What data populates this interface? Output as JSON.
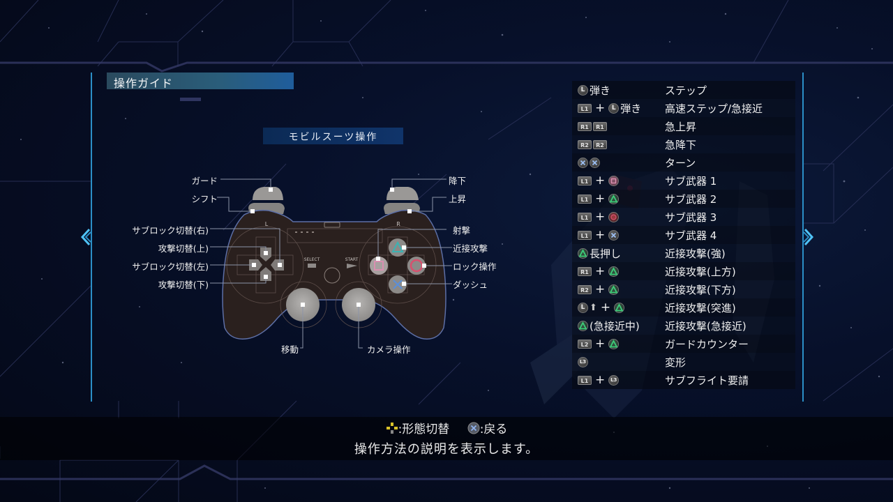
{
  "header": {
    "title": "操作ガイド"
  },
  "section": {
    "title": "モビルスーツ操作"
  },
  "controller_labels": {
    "left": {
      "guard": "ガード",
      "shift": "シフト",
      "sublock_right": "サブロック切替(右)",
      "attack_up": "攻撃切替(上)",
      "sublock_left": "サブロック切替(左)",
      "attack_down": "攻撃切替(下)"
    },
    "right": {
      "descend": "降下",
      "ascend": "上昇",
      "shoot": "射撃",
      "melee": "近接攻撃",
      "lock": "ロック操作",
      "dash": "ダッシュ"
    },
    "bottom": {
      "move": "移動",
      "camera": "カメラ操作"
    },
    "pad_text": {
      "l": "L",
      "r": "R",
      "select": "SELECT",
      "start": "START"
    }
  },
  "controls": [
    {
      "keys": [
        {
          "t": "stick",
          "g": "L"
        },
        {
          "t": "text",
          "g": "弾き"
        }
      ],
      "action": "ステップ"
    },
    {
      "keys": [
        {
          "t": "rect",
          "g": "L1"
        },
        {
          "t": "plus"
        },
        {
          "t": "stick",
          "g": "L"
        },
        {
          "t": "text",
          "g": "弾き"
        }
      ],
      "action": "高速ステップ/急接近"
    },
    {
      "keys": [
        {
          "t": "rect",
          "g": "R1"
        },
        {
          "t": "rect",
          "g": "R1"
        }
      ],
      "action": "急上昇"
    },
    {
      "keys": [
        {
          "t": "rect",
          "g": "R2"
        },
        {
          "t": "rect",
          "g": "R2"
        }
      ],
      "action": "急降下"
    },
    {
      "keys": [
        {
          "t": "cross"
        },
        {
          "t": "cross"
        }
      ],
      "action": "ターン"
    },
    {
      "keys": [
        {
          "t": "rect",
          "g": "L1"
        },
        {
          "t": "plus"
        },
        {
          "t": "square"
        }
      ],
      "action": "サブ武器 1"
    },
    {
      "keys": [
        {
          "t": "rect",
          "g": "L1"
        },
        {
          "t": "plus"
        },
        {
          "t": "triangle"
        }
      ],
      "action": "サブ武器 2"
    },
    {
      "keys": [
        {
          "t": "rect",
          "g": "L1"
        },
        {
          "t": "plus"
        },
        {
          "t": "circle"
        }
      ],
      "action": "サブ武器 3"
    },
    {
      "keys": [
        {
          "t": "rect",
          "g": "L1"
        },
        {
          "t": "plus"
        },
        {
          "t": "cross"
        }
      ],
      "action": "サブ武器 4"
    },
    {
      "keys": [
        {
          "t": "triangle"
        },
        {
          "t": "text",
          "g": "長押し"
        }
      ],
      "action": "近接攻撃(強)"
    },
    {
      "keys": [
        {
          "t": "rect",
          "g": "R1"
        },
        {
          "t": "plus"
        },
        {
          "t": "triangle"
        }
      ],
      "action": "近接攻撃(上方)"
    },
    {
      "keys": [
        {
          "t": "rect",
          "g": "R2"
        },
        {
          "t": "plus"
        },
        {
          "t": "triangle"
        }
      ],
      "action": "近接攻撃(下方)"
    },
    {
      "keys": [
        {
          "t": "stick",
          "g": "L"
        },
        {
          "t": "arrow"
        },
        {
          "t": "plus"
        },
        {
          "t": "triangle"
        }
      ],
      "action": "近接攻撃(突進)"
    },
    {
      "keys": [
        {
          "t": "triangle"
        },
        {
          "t": "text",
          "g": "(急接近中)"
        }
      ],
      "action": "近接攻撃(急接近)"
    },
    {
      "keys": [
        {
          "t": "rect",
          "g": "L2"
        },
        {
          "t": "plus"
        },
        {
          "t": "triangle"
        }
      ],
      "action": "ガードカウンター"
    },
    {
      "keys": [
        {
          "t": "stick",
          "g": "L3"
        }
      ],
      "action": "変形"
    },
    {
      "keys": [
        {
          "t": "rect",
          "g": "L1"
        },
        {
          "t": "plus"
        },
        {
          "t": "stick",
          "g": "L3"
        }
      ],
      "action": "サブフライト要請"
    }
  ],
  "footer": {
    "hint_dpad": ":形態切替",
    "hint_back": ":戻る",
    "description": "操作方法の説明を表示します。"
  },
  "colors": {
    "accent_blue": "#2b8fc7",
    "triangle": "#3bb3b3",
    "circle": "#d8506e",
    "square": "#d98fb0",
    "cross": "#5b8fd8",
    "controller_body": "#2a201e"
  }
}
